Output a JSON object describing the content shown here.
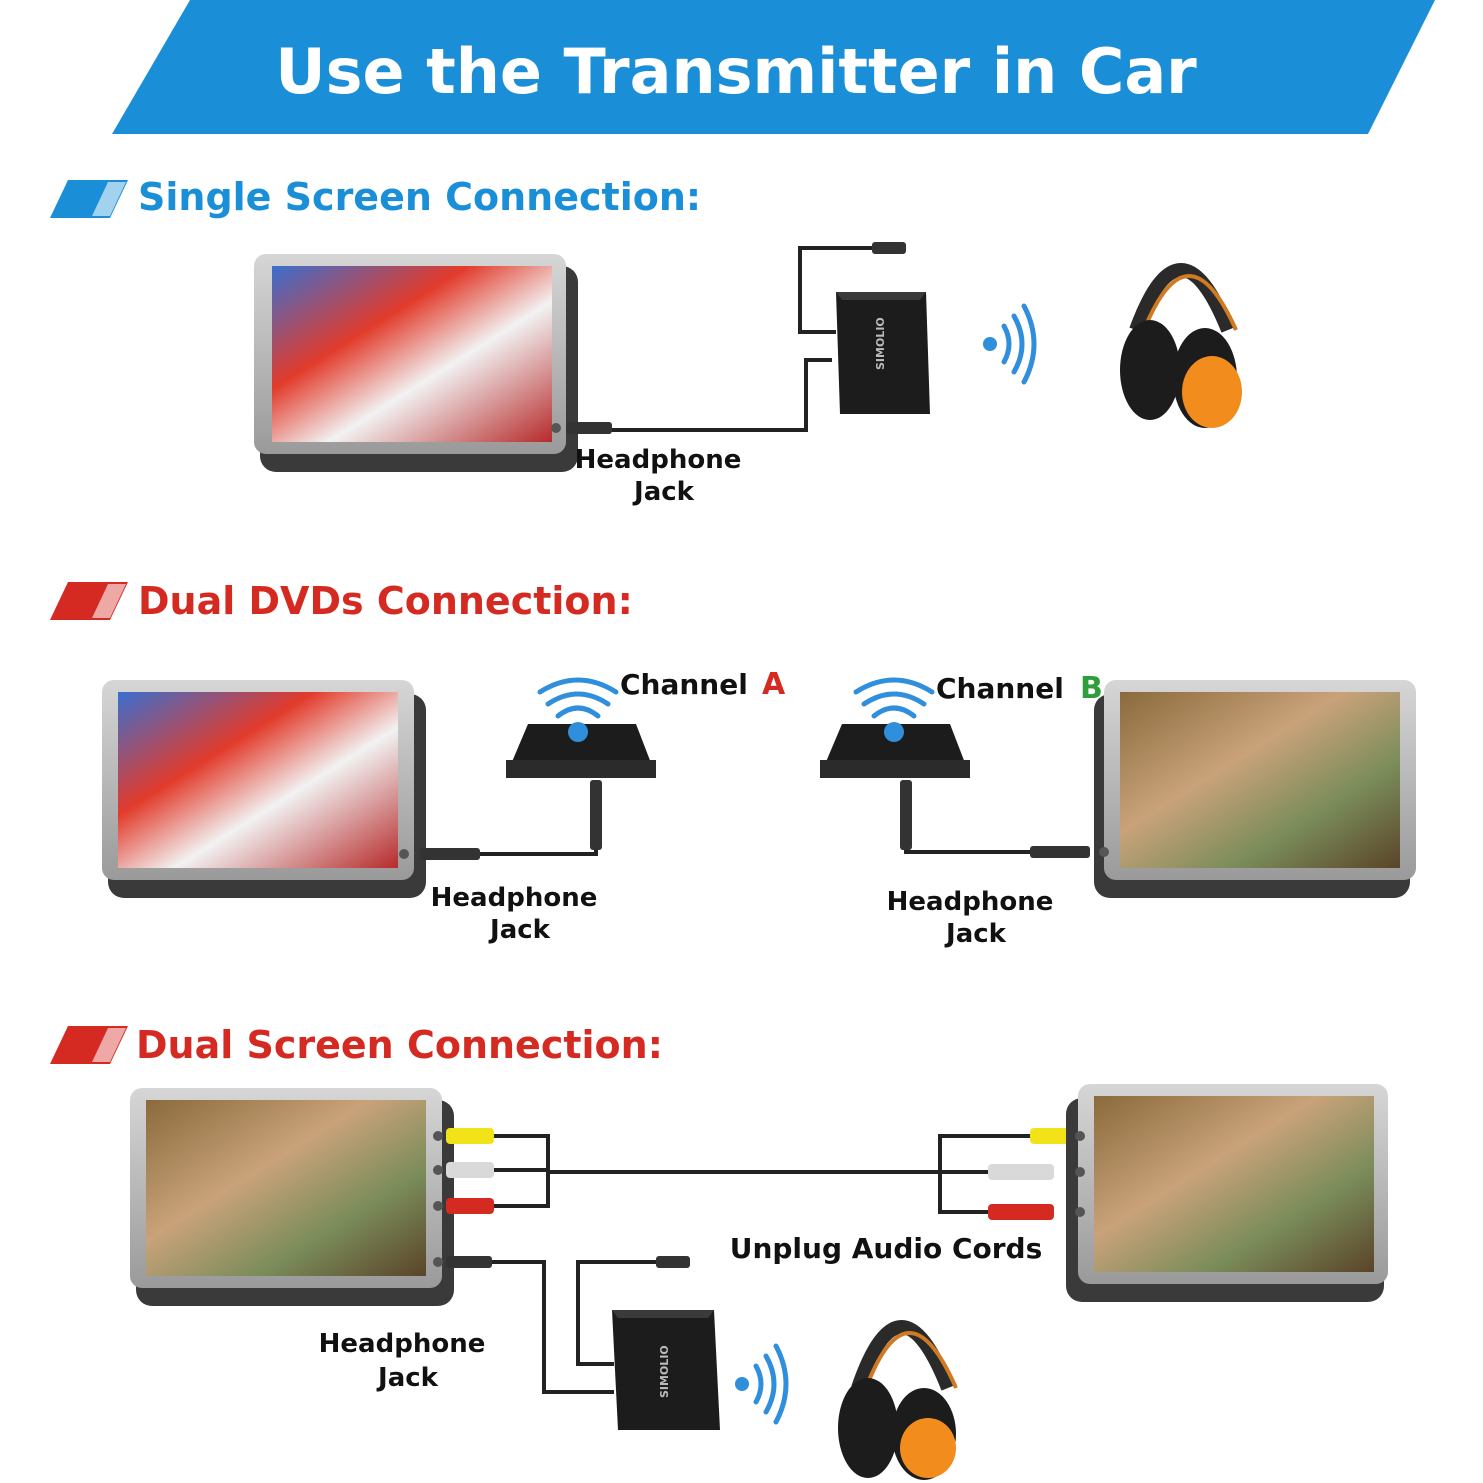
{
  "title": "Use the Transmitter in Car",
  "sections": [
    {
      "heading": "Single Screen Connection:",
      "labels": {
        "headphone_jack_line1": "Headphone",
        "headphone_jack_line2": "Jack"
      },
      "brand": "SIMOLIO"
    },
    {
      "heading": "Dual DVDs Connection:",
      "channel_a": {
        "word": "Channel",
        "letter": "A"
      },
      "channel_b": {
        "word": "Channel",
        "letter": "B"
      },
      "left_labels": {
        "line1": "Headphone",
        "line2": "Jack"
      },
      "right_labels": {
        "line1": "Headphone",
        "line2": "Jack"
      }
    },
    {
      "heading": "Dual Screen Connection:",
      "unplug_label": "Unplug Audio Cords",
      "labels": {
        "headphone_jack_line1": "Headphone",
        "headphone_jack_line2": "Jack"
      },
      "brand": "SIMOLIO"
    }
  ],
  "colors": {
    "banner_blue": "#1a8fd8",
    "heading_blue": "#1a8fd8",
    "heading_red": "#d42a22",
    "channel_a_red": "#d42a22",
    "channel_b_green": "#2e9e3a",
    "wave_blue": "#2f8fdc",
    "device_black": "#1c1c1c",
    "headphone_orange": "#f28c1c",
    "rca_yellow": "#f2e21a",
    "rca_white": "#d9d9d9",
    "rca_red": "#d42a22"
  },
  "icons": [
    "car-screen-icon",
    "transmitter-icon",
    "headphones-icon",
    "wireless-wave-icon",
    "rca-plug-icon",
    "audio-jack-icon"
  ]
}
